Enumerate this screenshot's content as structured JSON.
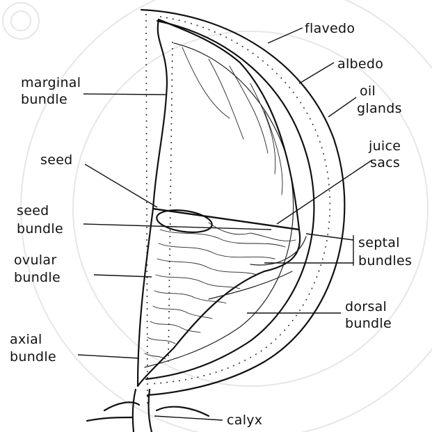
{
  "labels": {
    "flavedo": "flavedo",
    "albedo": "albedo",
    "oil_glands_1": "oil",
    "oil_glands_2": "glands",
    "juice_sacs_1": "juice",
    "juice_sacs_2": "sacs",
    "marginal_bundle_1": "marginal",
    "marginal_bundle_2": "bundle",
    "seed": "seed",
    "seed_bundle_1": "seed",
    "seed_bundle_2": "bundle",
    "ovular_bundle_1": "ovular",
    "ovular_bundle_2": "bundle",
    "septal_bundles_1": "septal",
    "septal_bundles_2": "bundles",
    "dorsal_bundle_1": "dorsal",
    "dorsal_bundle_2": "bundle",
    "axial_bundle_1": "axial",
    "axial_bundle_2": "bundle",
    "calyx": "calyx"
  },
  "colors": {
    "ink": "#111111",
    "background": "#ffffff",
    "watermark": "#e6e6e6"
  }
}
